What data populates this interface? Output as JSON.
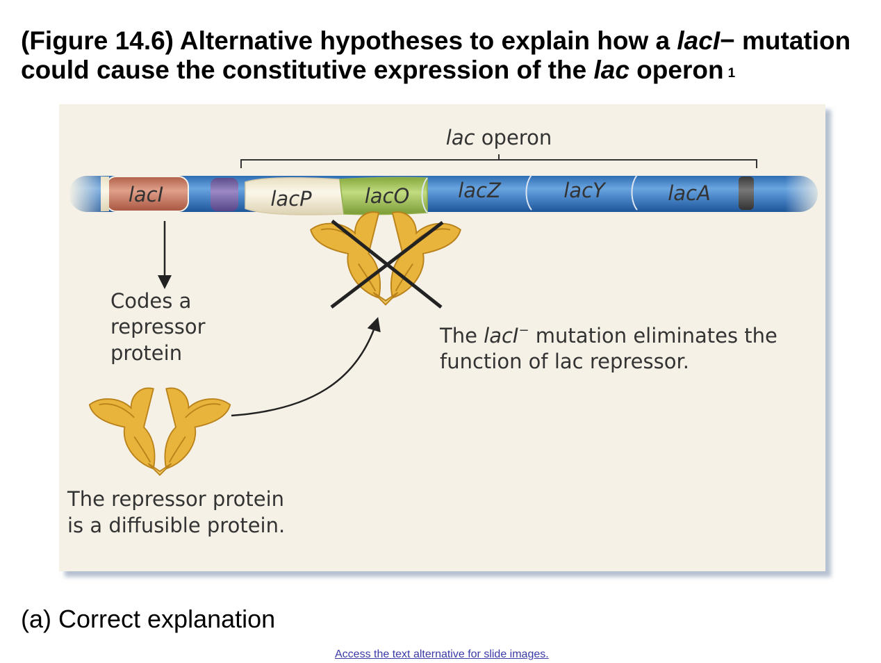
{
  "title": {
    "part1": "(Figure 14.6) Alternative hypotheses to explain how a ",
    "gene": "lacI",
    "part2": "− mutation could cause the constitutive expression of the ",
    "lac": "lac",
    "part3": " operon",
    "footnote": "1"
  },
  "diagram": {
    "operon_label_italic": "lac",
    "operon_label_rest": " operon",
    "genes": {
      "lacI": "lacI",
      "lacP": "lacP",
      "lacO": "lacO",
      "lacZ": "lacZ",
      "lacY": "lacY",
      "lacA": "lacA"
    },
    "codes_lines": [
      "Codes a",
      "repressor",
      "protein"
    ],
    "diffusible_lines": [
      "The repressor protein",
      "is a diffusible protein."
    ],
    "mutation_text": {
      "pre": "The ",
      "gene": "lacI",
      "sup": "−",
      "post": " mutation eliminates the",
      "line2": "function of lac repressor."
    },
    "colors": {
      "panel": "#f5f1e6",
      "dna_blue": "#4a86c8",
      "lacI": "#c97a62",
      "purple": "#7b68a6",
      "lacP": "#f3ecd6",
      "lacO": "#a5c55a",
      "terminator": "#555555",
      "repressor": "#e8b43c"
    }
  },
  "caption": "(a) Correct explanation",
  "link": "Access the text alternative for slide images."
}
